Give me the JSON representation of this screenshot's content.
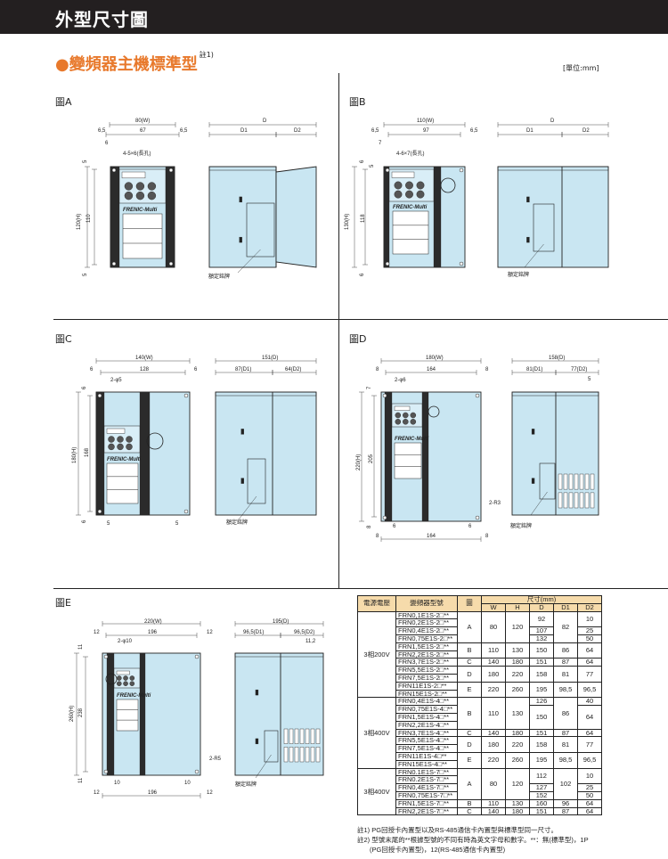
{
  "header": {
    "title": "外型尺寸圖"
  },
  "section": {
    "title": "●變頻器主機標準型",
    "note_ref": "註1)",
    "unit": "[單位:mm]"
  },
  "logo_text": "FRENIC-Multi",
  "figures": {
    "A": {
      "label": "圖A",
      "width": "80(W)",
      "left_margin": "6,5",
      "pitch": "67",
      "right_margin": "6,5",
      "hole_offset": "6",
      "hole": "4-5×6(長孔)",
      "top_margin": "5",
      "height": "120(H)",
      "pitch_v": "110",
      "bottom_margin": "5",
      "depth": "D",
      "d1": "D1",
      "d2": "D2",
      "nameplate": "額定銘牌"
    },
    "B": {
      "label": "圖B",
      "width": "110(W)",
      "left_margin": "6,5",
      "pitch": "97",
      "right_margin": "6,5",
      "hole_offset": "7",
      "hole": "4-6×7(長孔)",
      "top_margin": "6",
      "top_margin2": "5",
      "height": "130(H)",
      "pitch_v": "118",
      "bottom_margin": "6",
      "depth": "D",
      "d1": "D1",
      "d2": "D2",
      "nameplate": "額定銘牌"
    },
    "C": {
      "label": "圖C",
      "width": "140(W)",
      "left_margin": "6",
      "pitch": "128",
      "right_margin": "6",
      "hole": "2-φ5",
      "top_margin": "6",
      "height": "180(H)",
      "pitch_v": "168",
      "bottom_margin": "6",
      "bottom_left": "5",
      "bottom_right": "5",
      "depth": "151(D)",
      "d1": "87(D1)",
      "d2": "64(D2)",
      "nameplate": "額定銘牌"
    },
    "D": {
      "label": "圖D",
      "width": "180(W)",
      "left_margin": "8",
      "pitch": "164",
      "right_margin": "8",
      "hole": "2-φ6",
      "top_margin": "7",
      "height": "220(H)",
      "pitch_v": "205",
      "bottom_margin": "8",
      "corner": "2-R3",
      "bottom_left": "6",
      "bottom_right": "6",
      "bottom_l2": "8",
      "bottom_pitch": "164",
      "bottom_r2": "8",
      "depth": "158(D)",
      "d1": "81(D1)",
      "d2": "77(D2)",
      "side_offset": "5",
      "nameplate": "額定銘牌"
    },
    "E": {
      "label": "圖E",
      "width": "220(W)",
      "left_margin": "12",
      "pitch": "196",
      "right_margin": "12",
      "hole": "2-φ10",
      "top_margin": "11",
      "height": "260(H)",
      "pitch_v": "238",
      "bottom_margin": "11",
      "corner": "2-R5",
      "bottom_left": "10",
      "bottom_right": "10",
      "bottom_l2": "12",
      "bottom_pitch": "196",
      "bottom_r2": "12",
      "depth": "195(D)",
      "d1": "96,5(D1)",
      "d2": "96,5(D2)",
      "side_offset": "11,2",
      "nameplate": "額定銘牌"
    }
  },
  "table": {
    "headers": {
      "voltage": "電源電壓",
      "model": "變頻器型號",
      "figure": "圖",
      "dims": "尺寸(mm)",
      "sub": [
        "W",
        "H",
        "D",
        "D1",
        "D2"
      ]
    },
    "rows": [
      [
        {
          "v": "3相200V",
          "rs": 11
        },
        {
          "v": "FRN0,1E1S-2□**"
        },
        {
          "v": "A",
          "rs": 4
        },
        {
          "v": "80",
          "rs": 4
        },
        {
          "v": "120",
          "rs": 4
        },
        {
          "v": "92",
          "rs": 2
        },
        {
          "v": "82",
          "rs": 4
        },
        {
          "v": "10",
          "rs": 2
        }
      ],
      [
        {
          "v": "FRN0,2E1S-2□**"
        }
      ],
      [
        {
          "v": "FRN0,4E1S-2□**"
        },
        {
          "v": "107"
        },
        {
          "v": "25"
        }
      ],
      [
        {
          "v": "FRN0,75E1S-2□**"
        },
        {
          "v": "132"
        },
        {
          "v": "50"
        }
      ],
      [
        {
          "v": "FRN1,5E1S-2□**"
        },
        {
          "v": "B",
          "rs": 2
        },
        {
          "v": "110",
          "rs": 2
        },
        {
          "v": "130",
          "rs": 2
        },
        {
          "v": "150",
          "rs": 2
        },
        {
          "v": "86",
          "rs": 2
        },
        {
          "v": "64",
          "rs": 2
        }
      ],
      [
        {
          "v": "FRN2,2E1S-2□**"
        }
      ],
      [
        {
          "v": "FRN3,7E1S-2□**"
        },
        {
          "v": "C"
        },
        {
          "v": "140"
        },
        {
          "v": "180"
        },
        {
          "v": "151"
        },
        {
          "v": "87"
        },
        {
          "v": "64"
        }
      ],
      [
        {
          "v": "FRN5,5E1S-2□**"
        },
        {
          "v": "D",
          "rs": 2
        },
        {
          "v": "180",
          "rs": 2
        },
        {
          "v": "220",
          "rs": 2
        },
        {
          "v": "158",
          "rs": 2
        },
        {
          "v": "81",
          "rs": 2
        },
        {
          "v": "77",
          "rs": 2
        }
      ],
      [
        {
          "v": "FRN7,5E1S-2□**"
        }
      ],
      [
        {
          "v": "FRN11E1S-2□**"
        },
        {
          "v": "E",
          "rs": 2
        },
        {
          "v": "220",
          "rs": 2
        },
        {
          "v": "260",
          "rs": 2
        },
        {
          "v": "195",
          "rs": 2
        },
        {
          "v": "98,5",
          "rs": 2
        },
        {
          "v": "96,5",
          "rs": 2
        }
      ],
      [
        {
          "v": "FRN15E1S-2□**"
        }
      ],
      [
        {
          "v": "3相400V",
          "rs": 9
        },
        {
          "v": "FRN0,4E1S-4□**"
        },
        {
          "v": "B",
          "rs": 4
        },
        {
          "v": "110",
          "rs": 4
        },
        {
          "v": "130",
          "rs": 4
        },
        {
          "v": "126"
        },
        {
          "v": "86",
          "rs": 4
        },
        {
          "v": "40"
        }
      ],
      [
        {
          "v": "FRN0,75E1S-4□**"
        },
        {
          "v": "150",
          "rs": 3
        },
        {
          "v": "64",
          "rs": 3
        }
      ],
      [
        {
          "v": "FRN1,5E1S-4□**"
        }
      ],
      [
        {
          "v": "FRN2,2E1S-4□**"
        }
      ],
      [
        {
          "v": "FRN3,7E1S-4□**"
        },
        {
          "v": "C"
        },
        {
          "v": "140"
        },
        {
          "v": "180"
        },
        {
          "v": "151"
        },
        {
          "v": "87"
        },
        {
          "v": "64"
        }
      ],
      [
        {
          "v": "FRN5,5E1S-4□**"
        },
        {
          "v": "D",
          "rs": 2
        },
        {
          "v": "180",
          "rs": 2
        },
        {
          "v": "220",
          "rs": 2
        },
        {
          "v": "158",
          "rs": 2
        },
        {
          "v": "81",
          "rs": 2
        },
        {
          "v": "77",
          "rs": 2
        }
      ],
      [
        {
          "v": "FRN7,5E1S-4□**"
        }
      ],
      [
        {
          "v": "FRN11E1S-4□**"
        },
        {
          "v": "E",
          "rs": 2
        },
        {
          "v": "220",
          "rs": 2
        },
        {
          "v": "260",
          "rs": 2
        },
        {
          "v": "195",
          "rs": 2
        },
        {
          "v": "98,5",
          "rs": 2
        },
        {
          "v": "96,5",
          "rs": 2
        }
      ],
      [
        {
          "v": "FRN15E1S-4□**"
        }
      ],
      [
        {
          "v": "3相400V",
          "rs": 6
        },
        {
          "v": "FRN0.1E1S-7□**"
        },
        {
          "v": "A",
          "rs": 4
        },
        {
          "v": "80",
          "rs": 4
        },
        {
          "v": "120",
          "rs": 4
        },
        {
          "v": "112",
          "rs": 2
        },
        {
          "v": "102",
          "rs": 4
        },
        {
          "v": "10",
          "rs": 2
        }
      ],
      [
        {
          "v": "FRN0.2E1S-7□**"
        }
      ],
      [
        {
          "v": "FRN0,4E1S-7□**"
        },
        {
          "v": "127"
        },
        {
          "v": "25"
        }
      ],
      [
        {
          "v": "FRN0,75E1S-7□**"
        },
        {
          "v": "152"
        },
        {
          "v": "50"
        }
      ],
      [
        {
          "v": "FRN1,5E1S-7□**"
        },
        {
          "v": "B"
        },
        {
          "v": "110"
        },
        {
          "v": "130"
        },
        {
          "v": "160"
        },
        {
          "v": "96"
        },
        {
          "v": "64"
        }
      ],
      [
        {
          "v": "FRN2,2E1S-7□**"
        },
        {
          "v": "C"
        },
        {
          "v": "140"
        },
        {
          "v": "180"
        },
        {
          "v": "151"
        },
        {
          "v": "87"
        },
        {
          "v": "64"
        }
      ]
    ]
  },
  "notes": [
    "註1) PG回授卡內置型以及RS-485通信卡內置型與標準型同一尺寸。",
    "註2) 型號末尾的**根據型號的不同有時為英文字母和數字。**：無(標準型)，1P",
    "(PG回授卡內置型)，12(RS-485通信卡內置型)"
  ],
  "colors": {
    "header_bg": "#231f20",
    "accent": "#e8792c",
    "body_fill": "#c9e6f2",
    "table_header": "#f6dbab"
  }
}
